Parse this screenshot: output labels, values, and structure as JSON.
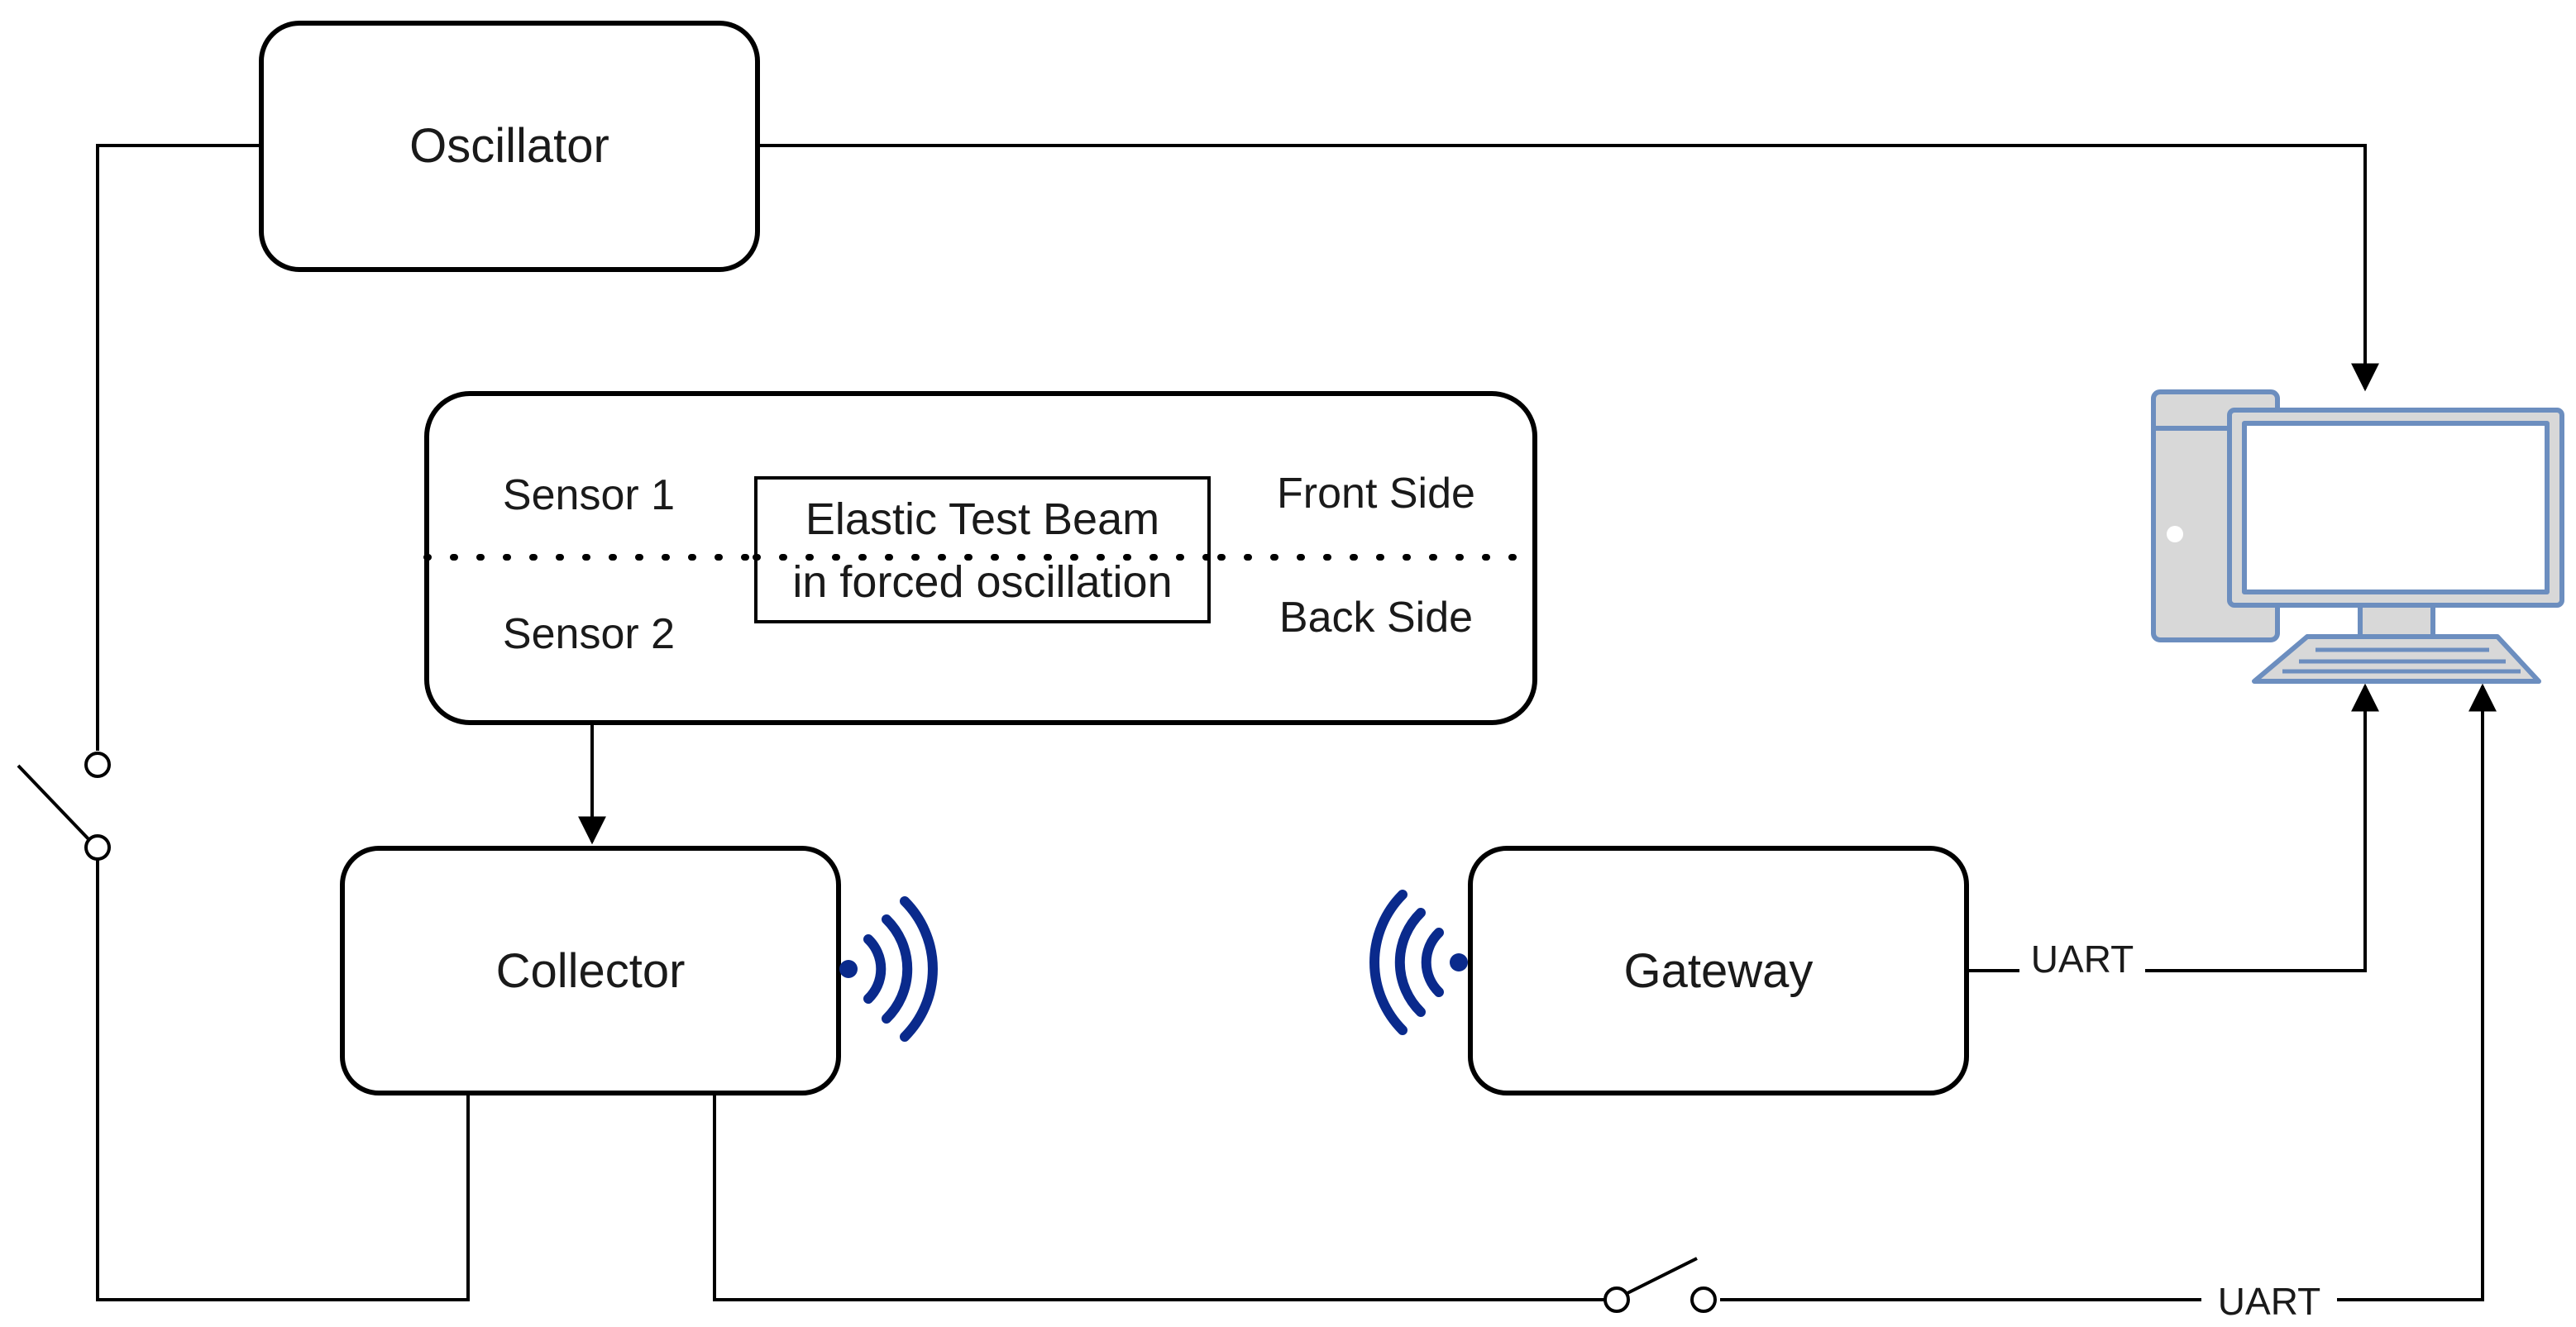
{
  "nodes": {
    "oscillator": "Oscillator",
    "collector": "Collector",
    "gateway": "Gateway"
  },
  "beam_panel": {
    "sensor_1": "Sensor 1",
    "sensor_2": "Sensor 2",
    "front_side": "Front Side",
    "back_side": "Back Side",
    "beam_line1": "Elastic Test Beam",
    "beam_line2": "in forced oscillation"
  },
  "links": {
    "gateway_to_pc": "UART",
    "collector_to_pc": "UART"
  },
  "icons": {
    "computer": "desktop-computer-icon",
    "collector_signal": "wireless-signal-icon",
    "gateway_signal": "wireless-signal-icon"
  },
  "colors": {
    "line": "#000000",
    "signal": "#0a2a8c",
    "computer_fill": "#d8d8d8",
    "computer_stroke": "#6c8ebf"
  }
}
